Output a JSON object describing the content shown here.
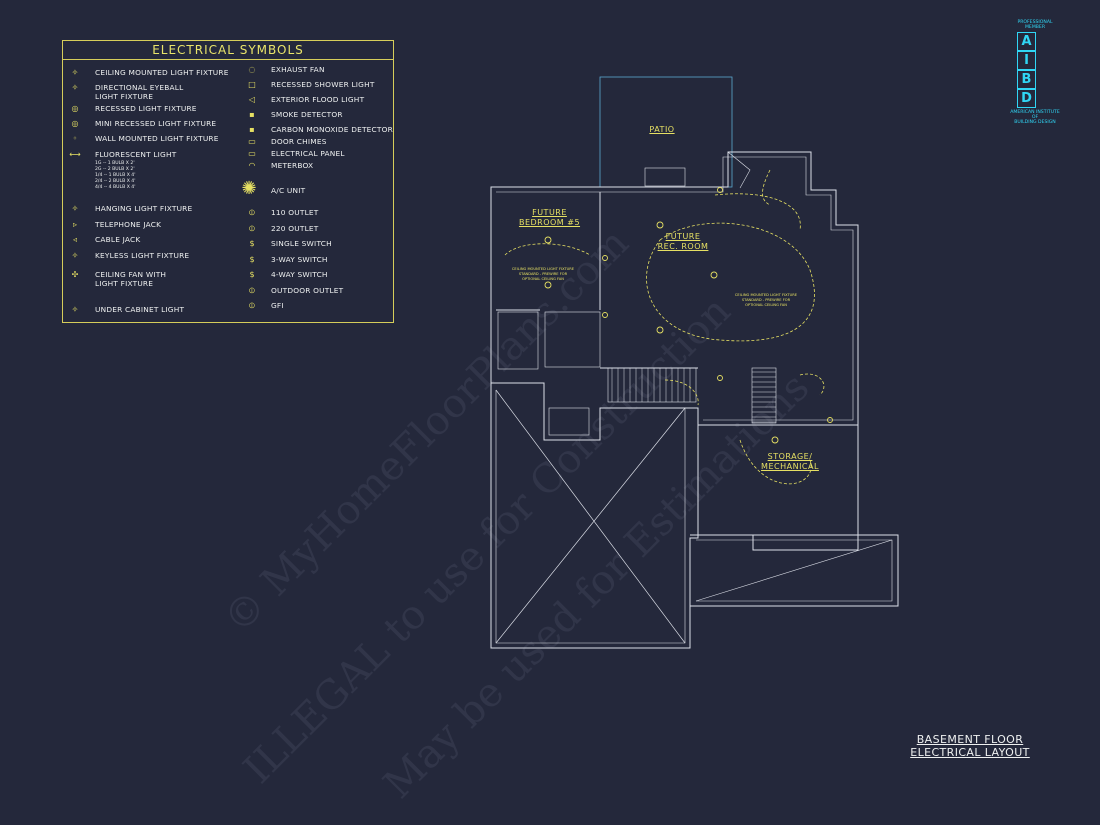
{
  "legend": {
    "title": "ELECTRICAL SYMBOLS",
    "left_items": [
      "CEILING MOUNTED LIGHT FIXTURE",
      "DIRECTIONAL EYEBALL\nLIGHT FIXTURE",
      "RECESSED LIGHT FIXTURE",
      "MINI RECESSED LIGHT FIXTURE",
      "WALL MOUNTED LIGHT FIXTURE",
      "FLUORESCENT LIGHT",
      "HANGING LIGHT FIXTURE",
      "TELEPHONE JACK",
      "CABLE JACK",
      "KEYLESS LIGHT FIXTURE",
      "CEILING FAN WITH\nLIGHT FIXTURE",
      "UNDER CABINET LIGHT"
    ],
    "fluorescent_sizes": [
      "1G -- 1 BULB X 2'",
      "2G -- 2 BULB X 2'",
      "1/4 -- 1 BULB X 4'",
      "2/4 -- 2 BULB X 4'",
      "4/4 -- 4 BULB X 4'"
    ],
    "right_items": [
      "EXHAUST FAN",
      "RECESSED SHOWER LIGHT",
      "EXTERIOR FLOOD LIGHT",
      "SMOKE DETECTOR",
      "CARBON MONOXIDE DETECTOR",
      "DOOR CHIMES",
      "ELECTRICAL PANEL",
      "METERBOX",
      "A/C UNIT",
      "110 OUTLET",
      "220 OUTLET",
      "SINGLE SWITCH",
      "3-WAY SWITCH",
      "4-WAY SWITCH",
      "OUTDOOR OUTLET",
      "GFI"
    ]
  },
  "badge": {
    "top_text": "PROFESSIONAL\nMEMBER",
    "letters": [
      "A",
      "I",
      "B",
      "D"
    ],
    "bottom_text": "AMERICAN INSTITUTE\nOF\nBUILDING DESIGN"
  },
  "rooms": {
    "patio": "PATIO",
    "bedroom": "FUTURE\nBEDROOM #5",
    "rec_room": "FUTURE\nREC. ROOM",
    "storage": "STORAGE/\nMECHANICAL"
  },
  "notes": {
    "bedroom_fan": "CEILING MOUNTED LIGHT FIXTURE\nSTANDARD - PREWIRE FOR\nOPTIONAL CEILING FAN",
    "rec_fan": "CEILING MOUNTED LIGHT FIXTURE\nSTANDARD - PREWIRE FOR\nOPTIONAL CEILING FAN"
  },
  "title": "BASEMENT FLOOR\nELECTRICAL LAYOUT",
  "watermark": {
    "line1": "© MyHomeFloorPlans.com",
    "line2": "ILLEGAL to use for Construction",
    "line3": "May be used for Estimations"
  },
  "colors": {
    "background": "#24283b",
    "symbol": "#e6e063",
    "line": "#dcdfe8",
    "badge": "#30d6f5"
  }
}
